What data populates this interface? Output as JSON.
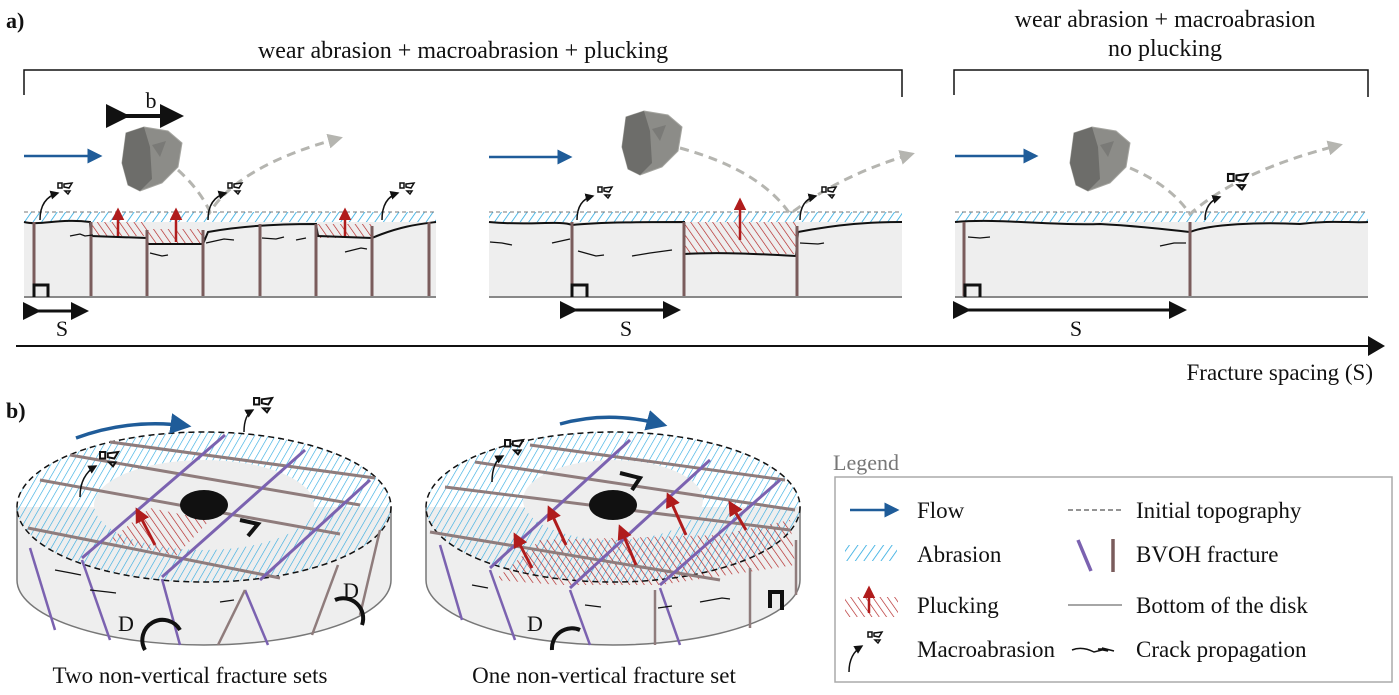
{
  "panel_a": {
    "label": "a)",
    "group1_title": "wear abrasion + macroabrasion + plucking",
    "group2_title_line1": "wear abrasion + macroabrasion",
    "group2_title_line2": "no plucking",
    "block_width_label": "b",
    "spacing_label": "S",
    "axis_label": "Fracture spacing (S)"
  },
  "panel_b": {
    "label": "b)",
    "disk1_caption": "Two non-vertical fracture sets",
    "disk2_caption": "One non-vertical fracture set",
    "dip_label": "D"
  },
  "legend": {
    "title": "Legend",
    "items": [
      {
        "icon": "flow-arrow-icon",
        "label": "Flow"
      },
      {
        "icon": "abrasion-hatch-icon",
        "label": "Abrasion"
      },
      {
        "icon": "plucking-hatch-icon",
        "label": "Plucking"
      },
      {
        "icon": "macroabrasion-icon",
        "label": "Macroabrasion"
      },
      {
        "icon": "dashed-line-icon",
        "label": "Initial topography"
      },
      {
        "icon": "bvoh-fracture-icon",
        "label": "BVOH fracture"
      },
      {
        "icon": "solid-line-icon",
        "label": "Bottom of the disk"
      },
      {
        "icon": "crack-icon",
        "label": "Crack propagation"
      }
    ]
  },
  "colors": {
    "flow": "#1f5c99",
    "abrasion": "#2aa8e0",
    "plucking": "#b01c1c",
    "fracture_brown": "#7a5c5c",
    "fracture_purple": "#7b62b0",
    "rock_fill": "#eeeeee",
    "boulder": "#8c8c88"
  }
}
